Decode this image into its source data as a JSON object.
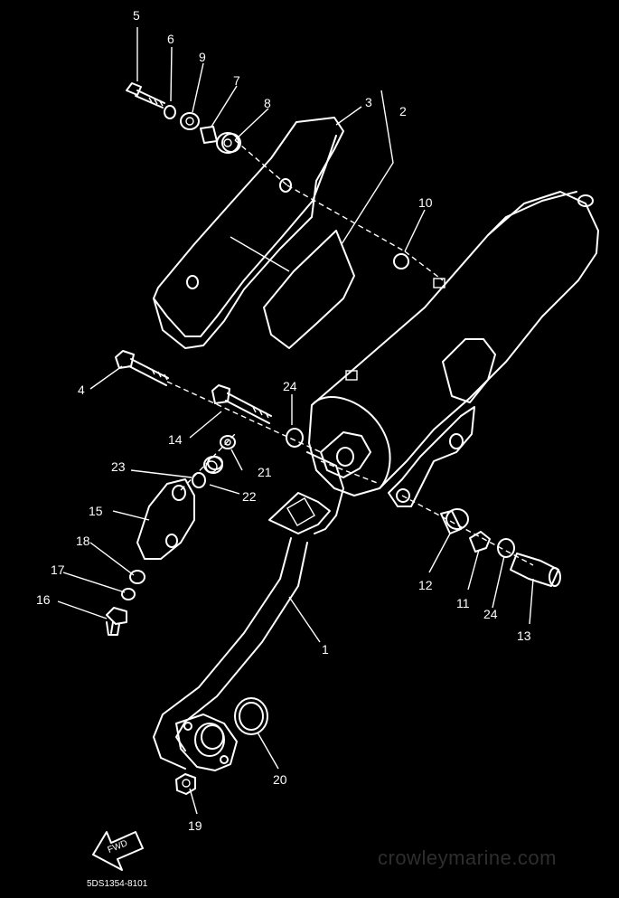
{
  "labels": {
    "p1": "1",
    "p2": "2",
    "p3": "3",
    "p4": "4",
    "p5": "5",
    "p6": "6",
    "p7": "7",
    "p8": "8",
    "p9": "9",
    "p10": "10",
    "p11": "11",
    "p12": "12",
    "p13": "13",
    "p14": "14",
    "p15": "15",
    "p16": "16",
    "p17": "17",
    "p18": "18",
    "p19": "19",
    "p20": "20",
    "p21": "21",
    "p22": "22",
    "p23": "23",
    "p24a": "24",
    "p24b": "24"
  },
  "fwd_label": "FWD",
  "diagram_code": "5DS1354-8101",
  "watermark": "crowleymarine.com"
}
